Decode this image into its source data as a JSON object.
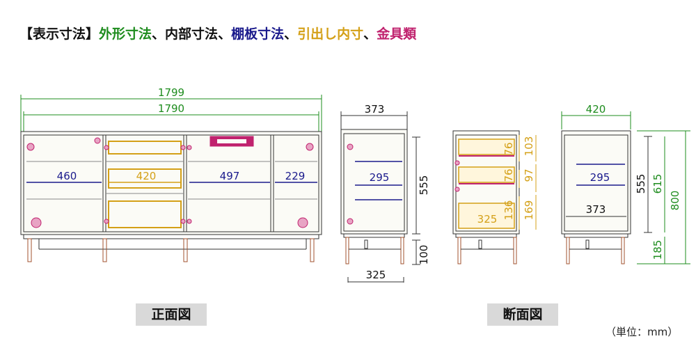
{
  "header": {
    "prefix": "【表示寸法】",
    "outer": "外形寸法",
    "sep1": "、",
    "inner": "内部寸法",
    "sep2": "、",
    "shelf": "棚板寸法",
    "sep3": "、",
    "drawer": "引出し内寸",
    "sep4": "、",
    "hardware": "金具類"
  },
  "colors": {
    "outer": "#1e8c1e",
    "inner": "#111111",
    "shelf": "#1a1a8c",
    "drawer": "#d4a017",
    "hardware": "#c0226e"
  },
  "front": {
    "width_outer": "1799",
    "width_inner": "1790",
    "comp1": "460",
    "comp2": "420",
    "comp3": "497",
    "comp4": "229"
  },
  "side1": {
    "top": "373",
    "shelf": "295",
    "height": "555",
    "leg": "100",
    "bottom": "325"
  },
  "side2": {
    "d1": "76",
    "d2": "76",
    "d3": "325",
    "d3h": "136",
    "h1": "103",
    "h2": "97",
    "h3": "169"
  },
  "side3": {
    "top": "420",
    "shelf": "295",
    "inner_depth": "373",
    "height": "555",
    "h_outer": "615",
    "total": "800",
    "leg": "185"
  },
  "labels": {
    "front_view": "正面図",
    "section_view": "断面図",
    "unit": "（単位：mm）"
  }
}
